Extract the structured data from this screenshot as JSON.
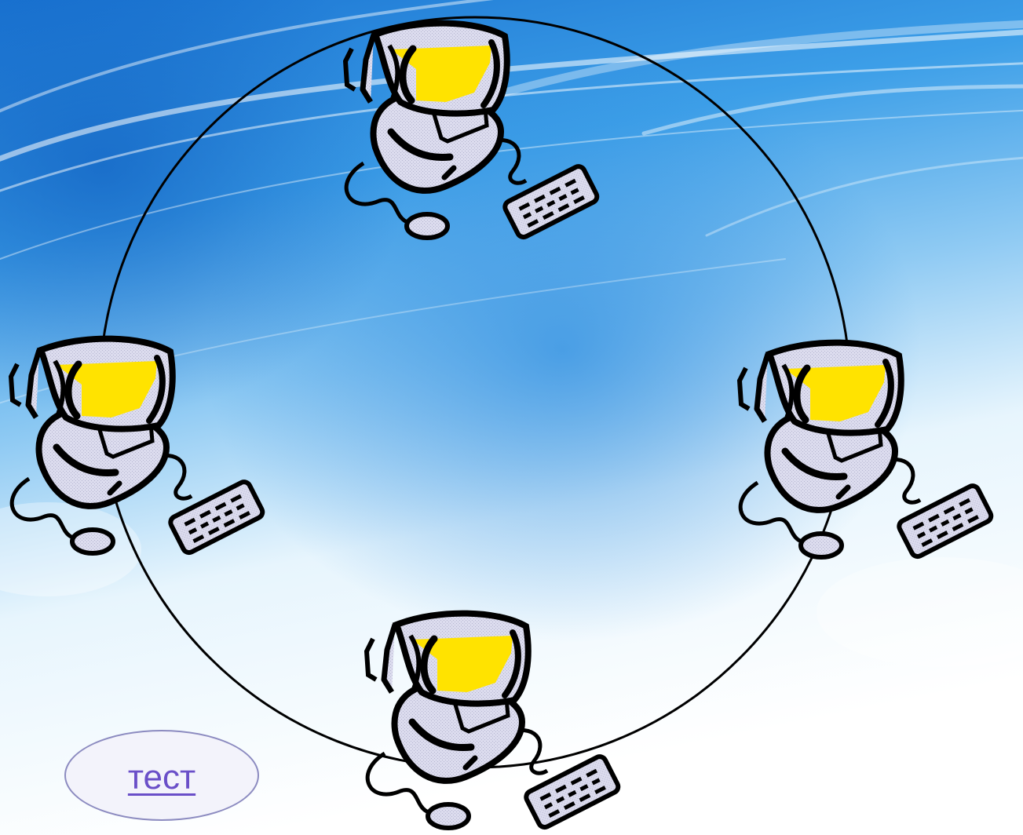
{
  "colors": {
    "sky_light": "#ffffff",
    "sky_blue": "#3b9fe6",
    "sky_deep": "#1a6fc9",
    "screen_yellow": "#ffe300",
    "computer_body": "#dcdcee",
    "outline": "#000000",
    "ring": "#000000",
    "link_text": "#6a4fc8",
    "link_border": "#8c8bc0"
  },
  "topology": {
    "type": "ring",
    "nodes": [
      {
        "id": "top",
        "icon": "computer-icon"
      },
      {
        "id": "right",
        "icon": "computer-icon"
      },
      {
        "id": "bottom",
        "icon": "computer-icon"
      },
      {
        "id": "left",
        "icon": "computer-icon"
      }
    ]
  },
  "test_button": {
    "label": "тест"
  }
}
